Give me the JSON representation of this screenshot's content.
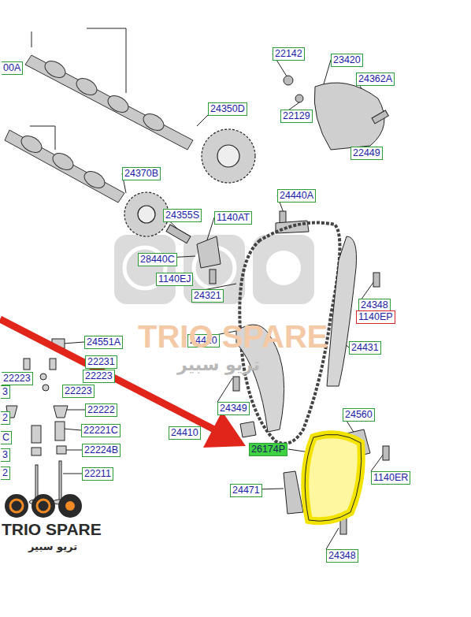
{
  "diagram": {
    "nodes": [
      {
        "text": [
          "00A"
        ]
      },
      {
        "text": [
          "22142"
        ]
      },
      {
        "text": [
          "23420"
        ]
      },
      {
        "text": [
          "24362A"
        ]
      },
      {
        "text": [
          "22129"
        ]
      },
      {
        "text": [
          "24350D"
        ]
      },
      {
        "text": [
          "22449"
        ]
      },
      {
        "text": [
          "24370B"
        ]
      },
      {
        "text": [
          "24440A"
        ]
      },
      {
        "text": [
          "24355S"
        ]
      },
      {
        "text": [
          "1140AT"
        ]
      },
      {
        "text": [
          "28440C"
        ]
      },
      {
        "text": [
          "1140EJ"
        ]
      },
      {
        "text": [
          "24321"
        ]
      },
      {
        "text": [
          "24348"
        ]
      },
      {
        "text": [
          "1140EP"
        ]
      },
      {
        "text": [
          "24551A"
        ]
      },
      {
        "text": [
          "24420"
        ]
      },
      {
        "text": [
          "24431"
        ]
      },
      {
        "text": [
          "22231"
        ]
      },
      {
        "text": [
          "22223"
        ]
      },
      {
        "text": [
          "22223"
        ]
      },
      {
        "text": [
          "22223"
        ]
      },
      {
        "text": [
          "3"
        ]
      },
      {
        "text": [
          "22222"
        ]
      },
      {
        "text": [
          "2"
        ]
      },
      {
        "text": [
          "24349"
        ]
      },
      {
        "text": [
          "22221C"
        ]
      },
      {
        "text": [
          "C"
        ]
      },
      {
        "text": [
          "24410"
        ]
      },
      {
        "text": [
          "24560"
        ]
      },
      {
        "text": [
          "26174P"
        ]
      },
      {
        "text": [
          "22224B"
        ]
      },
      {
        "text": [
          "3"
        ]
      },
      {
        "text": [
          "1140ER"
        ]
      },
      {
        "text": [
          "22211"
        ]
      },
      {
        "text": [
          "2"
        ]
      },
      {
        "text": [
          "24471"
        ]
      },
      {
        "text": [
          "24348"
        ]
      }
    ],
    "labels": [
      "TRIO SPARE",
      "تريو سبير",
      "TRIO SPARE",
      "تريو سبير"
    ]
  }
}
